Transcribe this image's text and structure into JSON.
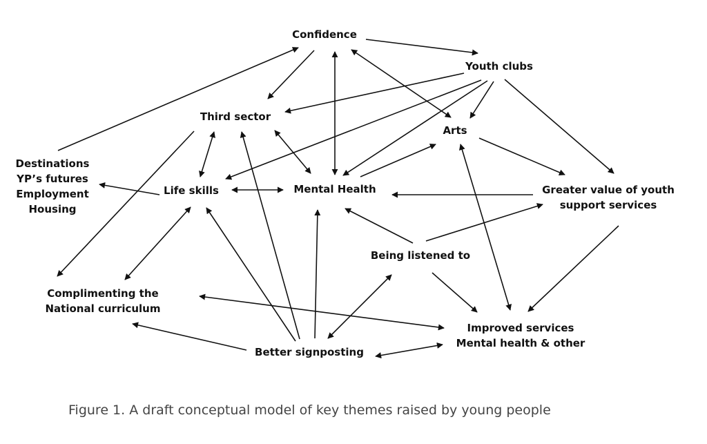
{
  "colors": {
    "ink": "#111111",
    "caption": "#444444",
    "background": "#ffffff"
  },
  "nodes": [
    {
      "id": "confidence",
      "lines": [
        "Confidence"
      ]
    },
    {
      "id": "youth-clubs",
      "lines": [
        "Youth clubs"
      ]
    },
    {
      "id": "third-sector",
      "lines": [
        "Third sector"
      ]
    },
    {
      "id": "arts",
      "lines": [
        "Arts"
      ]
    },
    {
      "id": "destinations",
      "lines": [
        "Destinations",
        "YP’s futures",
        "Employment",
        "Housing"
      ]
    },
    {
      "id": "life-skills",
      "lines": [
        "Life skills"
      ]
    },
    {
      "id": "mental-health",
      "lines": [
        "Mental Health"
      ]
    },
    {
      "id": "greater-value",
      "lines": [
        "Greater value of youth",
        "support services"
      ]
    },
    {
      "id": "being-listened",
      "lines": [
        "Being listened to"
      ]
    },
    {
      "id": "complimenting",
      "lines": [
        "Complimenting the",
        "National curriculum"
      ]
    },
    {
      "id": "improved-services",
      "lines": [
        "Improved services",
        "Mental health & other"
      ]
    },
    {
      "id": "better-signposting",
      "lines": [
        "Better signposting"
      ]
    }
  ],
  "edges": [
    {
      "from": "confidence",
      "to": "youth-clubs",
      "bidirectional": false
    },
    {
      "from": "confidence",
      "to": "third-sector",
      "bidirectional": false
    },
    {
      "from": "confidence",
      "to": "mental-health",
      "bidirectional": true
    },
    {
      "from": "confidence",
      "to": "arts",
      "bidirectional": true
    },
    {
      "from": "destinations",
      "to": "confidence",
      "bidirectional": false
    },
    {
      "from": "youth-clubs",
      "to": "third-sector",
      "bidirectional": false
    },
    {
      "from": "youth-clubs",
      "to": "arts",
      "bidirectional": false
    },
    {
      "from": "youth-clubs",
      "to": "life-skills",
      "bidirectional": false
    },
    {
      "from": "youth-clubs",
      "to": "mental-health",
      "bidirectional": false
    },
    {
      "from": "youth-clubs",
      "to": "greater-value",
      "bidirectional": false
    },
    {
      "from": "third-sector",
      "to": "life-skills",
      "bidirectional": true
    },
    {
      "from": "third-sector",
      "to": "mental-health",
      "bidirectional": true
    },
    {
      "from": "third-sector",
      "to": "complimenting",
      "bidirectional": false
    },
    {
      "from": "mental-health",
      "to": "arts",
      "bidirectional": false
    },
    {
      "from": "arts",
      "to": "greater-value",
      "bidirectional": false
    },
    {
      "from": "arts",
      "to": "improved-services",
      "bidirectional": true
    },
    {
      "from": "life-skills",
      "to": "destinations",
      "bidirectional": false
    },
    {
      "from": "life-skills",
      "to": "mental-health",
      "bidirectional": true
    },
    {
      "from": "life-skills",
      "to": "complimenting",
      "bidirectional": true
    },
    {
      "from": "greater-value",
      "to": "mental-health",
      "bidirectional": false
    },
    {
      "from": "greater-value",
      "to": "improved-services",
      "bidirectional": false
    },
    {
      "from": "being-listened",
      "to": "mental-health",
      "bidirectional": false
    },
    {
      "from": "being-listened",
      "to": "greater-value",
      "bidirectional": false
    },
    {
      "from": "being-listened",
      "to": "improved-services",
      "bidirectional": false
    },
    {
      "from": "being-listened",
      "to": "better-signposting",
      "bidirectional": true
    },
    {
      "from": "better-signposting",
      "to": "third-sector",
      "bidirectional": false
    },
    {
      "from": "better-signposting",
      "to": "life-skills",
      "bidirectional": false
    },
    {
      "from": "better-signposting",
      "to": "mental-health",
      "bidirectional": false
    },
    {
      "from": "better-signposting",
      "to": "complimenting",
      "bidirectional": false
    },
    {
      "from": "better-signposting",
      "to": "improved-services",
      "bidirectional": true
    },
    {
      "from": "complimenting",
      "to": "improved-services",
      "bidirectional": true
    }
  ],
  "caption": "Figure 1. A draft conceptual model of key themes raised by young people"
}
